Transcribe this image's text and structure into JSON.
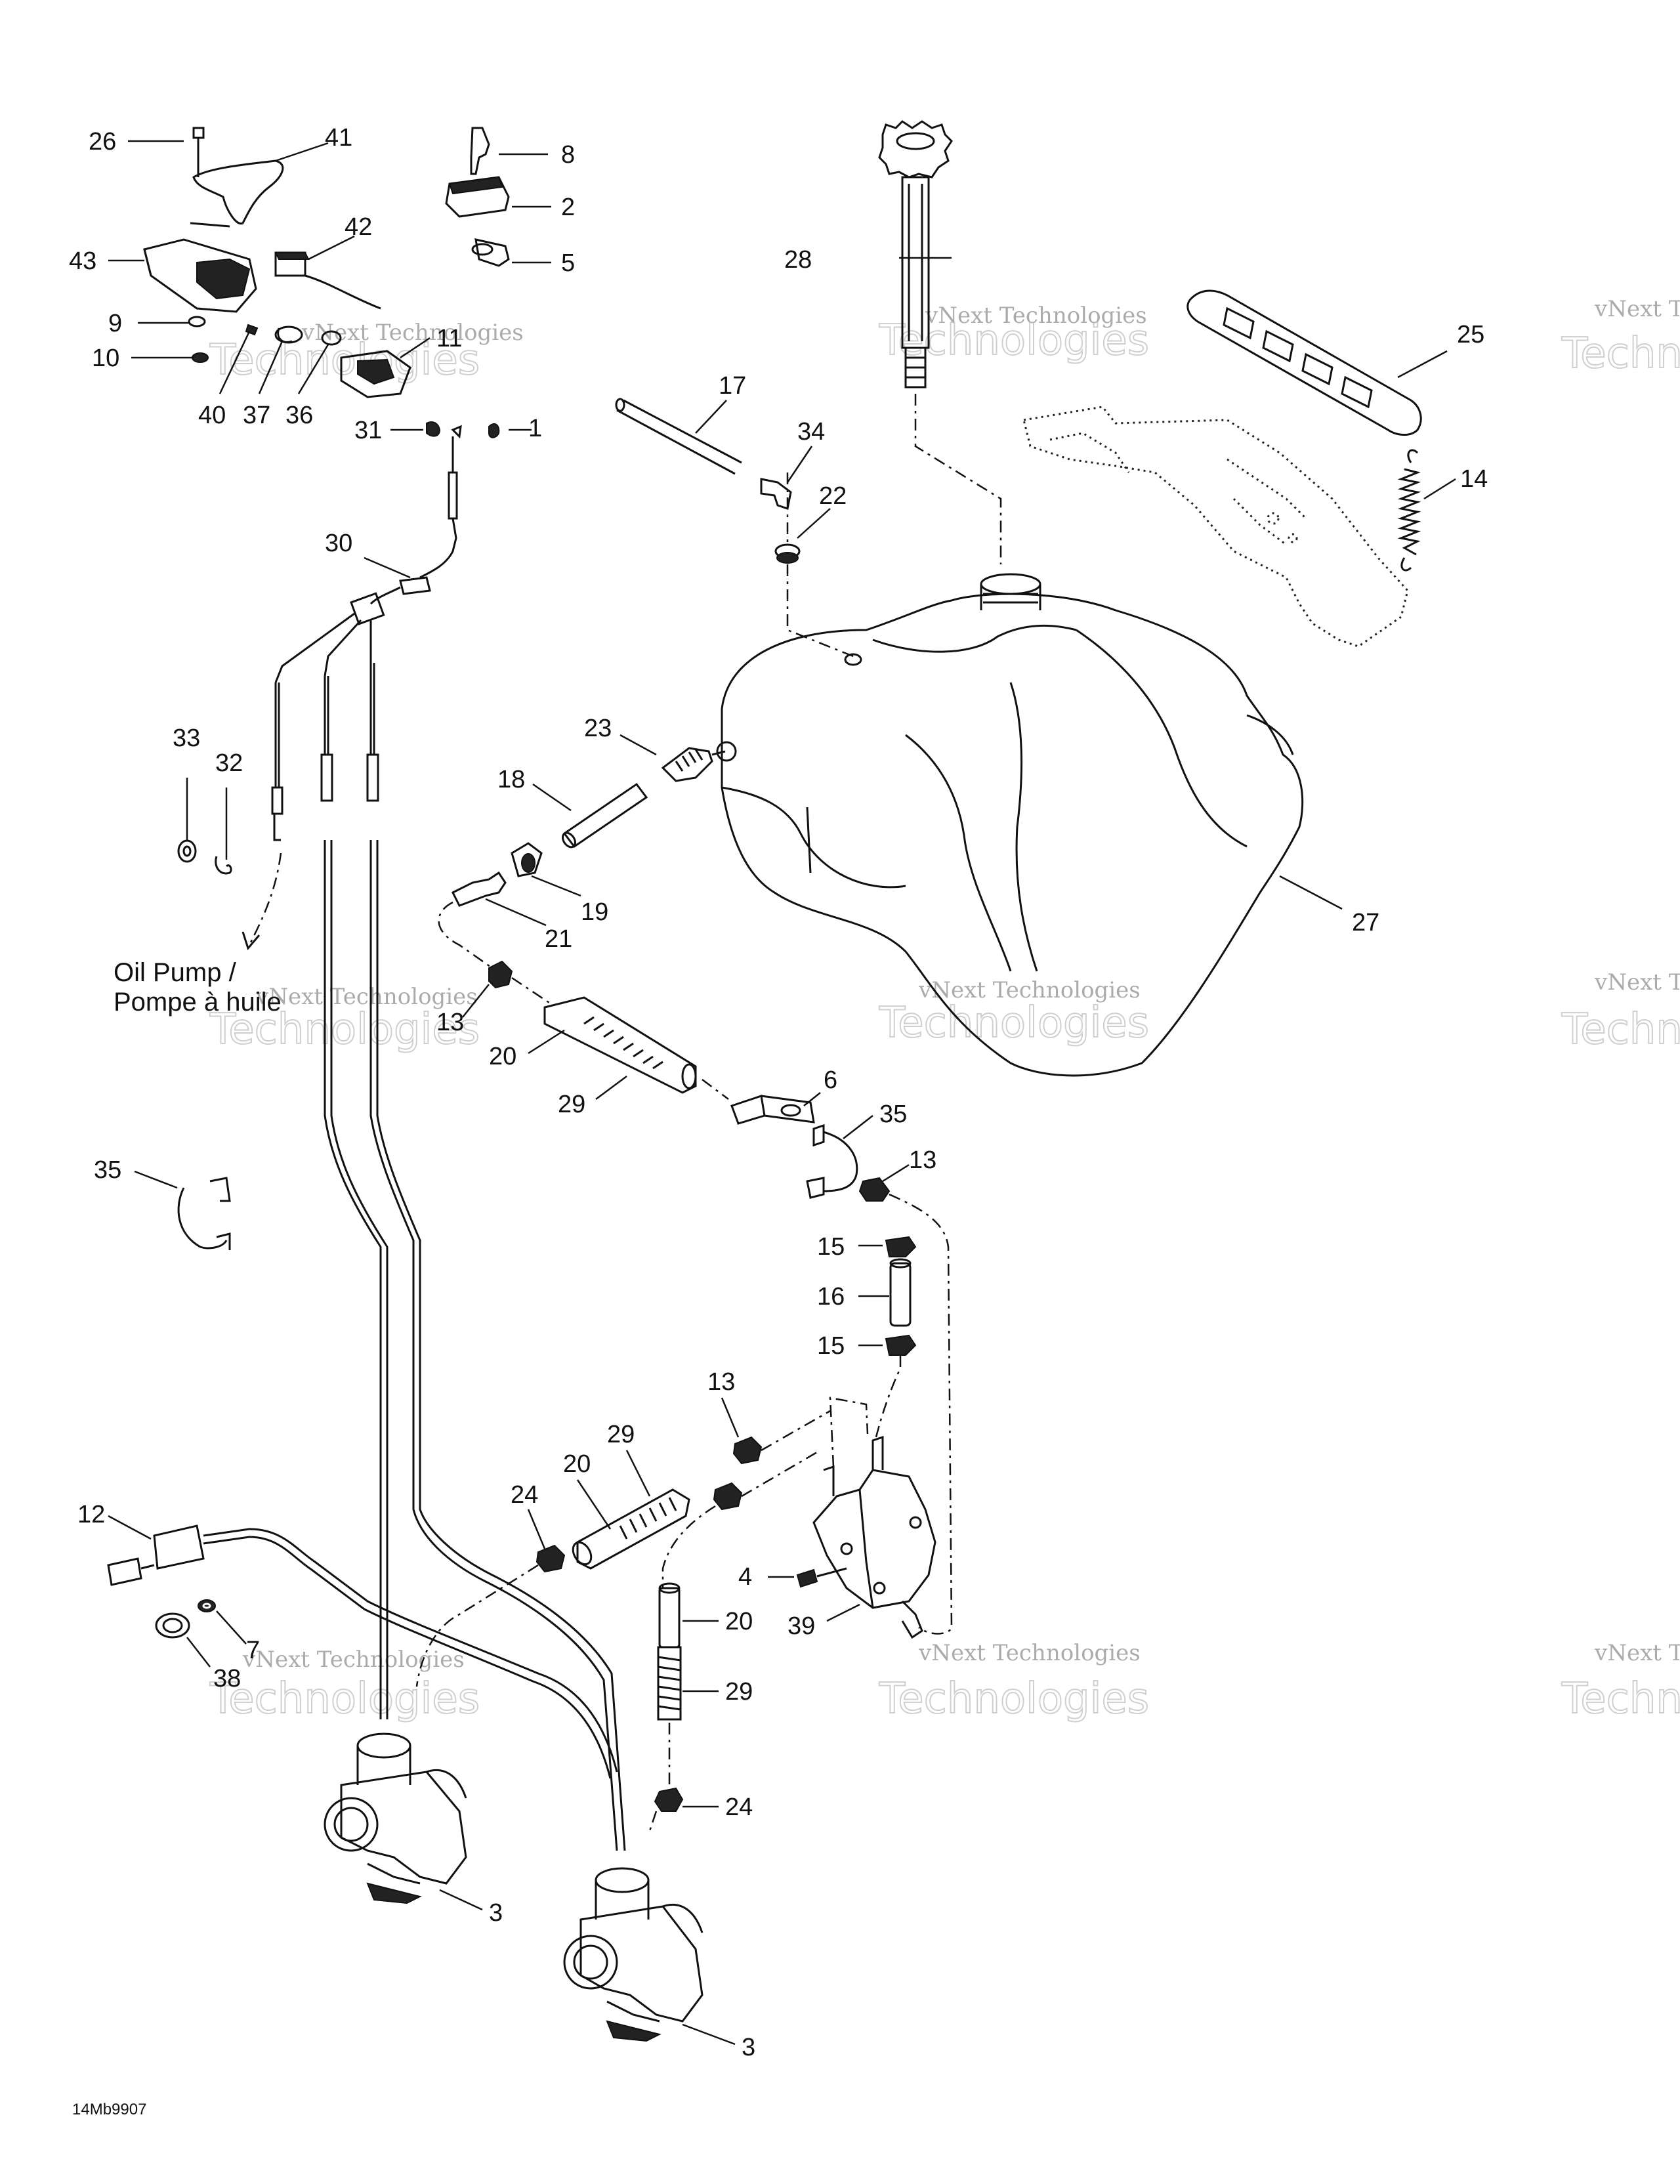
{
  "labels": {
    "l1": "1",
    "l2": "2",
    "l3a": "3",
    "l3b": "3",
    "l4": "4",
    "l5": "5",
    "l6": "6",
    "l7": "7",
    "l8": "8",
    "l9": "9",
    "l10": "10",
    "l11": "11",
    "l12": "12",
    "l13a": "13",
    "l13b": "13",
    "l13c": "13",
    "l14": "14",
    "l15a": "15",
    "l15b": "15",
    "l16": "16",
    "l17": "17",
    "l18": "18",
    "l19": "19",
    "l20a": "20",
    "l20b": "20",
    "l20c": "20",
    "l21": "21",
    "l22": "22",
    "l23": "23",
    "l24a": "24",
    "l24b": "24",
    "l25": "25",
    "l26": "26",
    "l27": "27",
    "l28": "28",
    "l29a": "29",
    "l29b": "29",
    "l29c": "29",
    "l30": "30",
    "l31": "31",
    "l32": "32",
    "l33": "33",
    "l34": "34",
    "l35a": "35",
    "l35b": "35",
    "l36": "36",
    "l37": "37",
    "l38": "38",
    "l39": "39",
    "l40": "40",
    "l41": "41",
    "l42": "42",
    "l43": "43"
  },
  "oil_pump": {
    "line1": "Oil Pump /",
    "line2": "Pompe à huile"
  },
  "footer_code": "14Mb9907",
  "watermark": {
    "text_small": "vNext Technologies",
    "text_big": "Technologies",
    "text_brand": "vNext"
  }
}
